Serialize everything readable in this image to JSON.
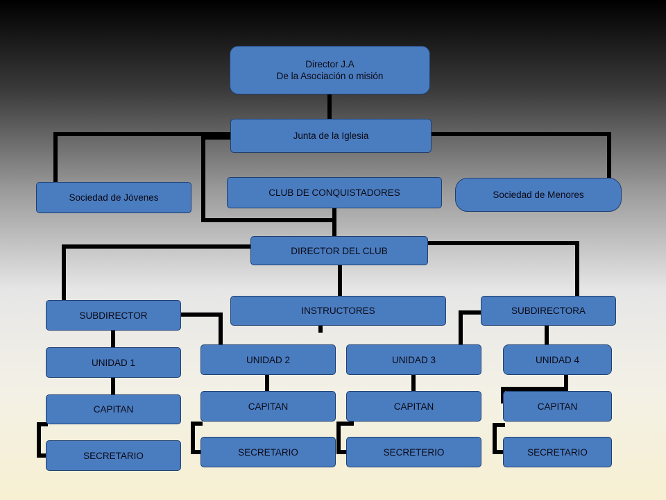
{
  "org_chart": {
    "director_ja": {
      "line1": "Director J.A",
      "line2": "De la Asociación o misión"
    },
    "junta": "Junta de la Iglesia",
    "sociedad_jovenes": "Sociedad de Jóvenes",
    "club_conquistadores": "CLUB DE CONQUISTADORES",
    "sociedad_menores": "Sociedad de Menores",
    "director_club": "DIRECTOR DEL CLUB",
    "subdirector": "SUBDIRECTOR",
    "instructores": "INSTRUCTORES",
    "subdirectora": "SUBDIRECTORA",
    "units": [
      {
        "unit": "UNIDAD 1",
        "captain": "CAPITAN",
        "secretary": "SECRETARIO"
      },
      {
        "unit": "UNIDAD 2",
        "captain": "CAPITAN",
        "secretary": "SECRETARIO"
      },
      {
        "unit": "UNIDAD 3",
        "captain": "CAPITAN",
        "secretary": "SECRETERIO"
      },
      {
        "unit": "UNIDAD 4",
        "captain": "CAPITAN",
        "secretary": "SECRETARIO"
      }
    ]
  },
  "colors": {
    "box_fill": "#4a7cc0",
    "box_border": "#1e3f70",
    "connector": "#000000"
  }
}
